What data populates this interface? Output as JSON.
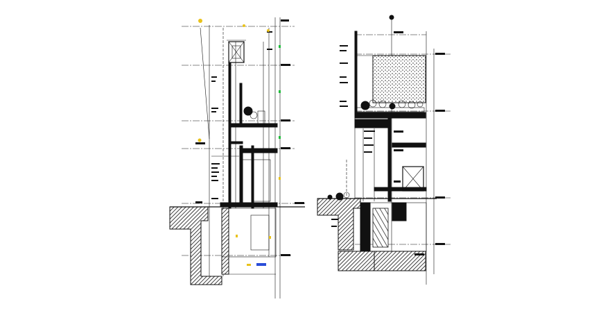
{
  "drawing": {
    "title": "",
    "colors": {
      "line": "#111111",
      "background": "#ffffff",
      "marker_green": "#1fbf3b",
      "marker_yellow": "#e9c21a",
      "marker_blue": "#2a4dd8"
    },
    "sections": [
      {
        "id": "section-left",
        "kind": "building-section"
      },
      {
        "id": "section-right",
        "kind": "building-section"
      }
    ]
  }
}
